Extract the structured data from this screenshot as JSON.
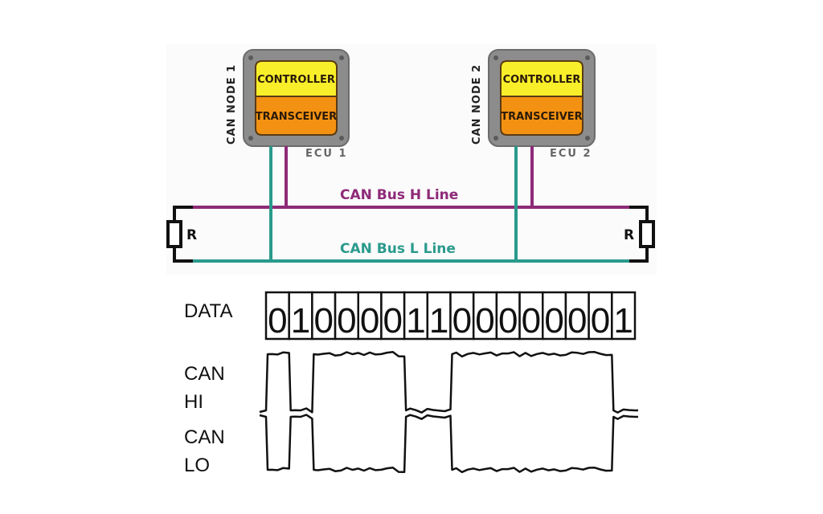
{
  "nodes": [
    {
      "id": "node1",
      "name": "CAN NODE 1",
      "controller_label": "CONTROLLER",
      "transceiver_label": "TRANSCEIVER",
      "ecu_label": "ECU 1"
    },
    {
      "id": "node2",
      "name": "CAN NODE 2",
      "controller_label": "CONTROLLER",
      "transceiver_label": "TRANSCEIVER",
      "ecu_label": "ECU 2"
    }
  ],
  "bus": {
    "h_line_label": "CAN Bus H Line",
    "l_line_label": "CAN Bus L Line",
    "h_color": "#8e2a78",
    "l_color": "#2a9a8c",
    "terminator_left_label": "R",
    "terminator_right_label": "R"
  },
  "signals": {
    "data_label": "DATA",
    "can_hi_label_line1": "CAN",
    "can_hi_label_line2": "HI",
    "can_lo_label_line1": "CAN",
    "can_lo_label_line2": "LO",
    "bits": [
      "0",
      "1",
      "0",
      "0",
      "0",
      "0",
      "1",
      "1",
      "0",
      "0",
      "0",
      "0",
      "0",
      "0",
      "0",
      "1"
    ]
  },
  "colors": {
    "controller": "#f8ef2a",
    "transceiver": "#f39212",
    "case": "#8c8c8c"
  }
}
